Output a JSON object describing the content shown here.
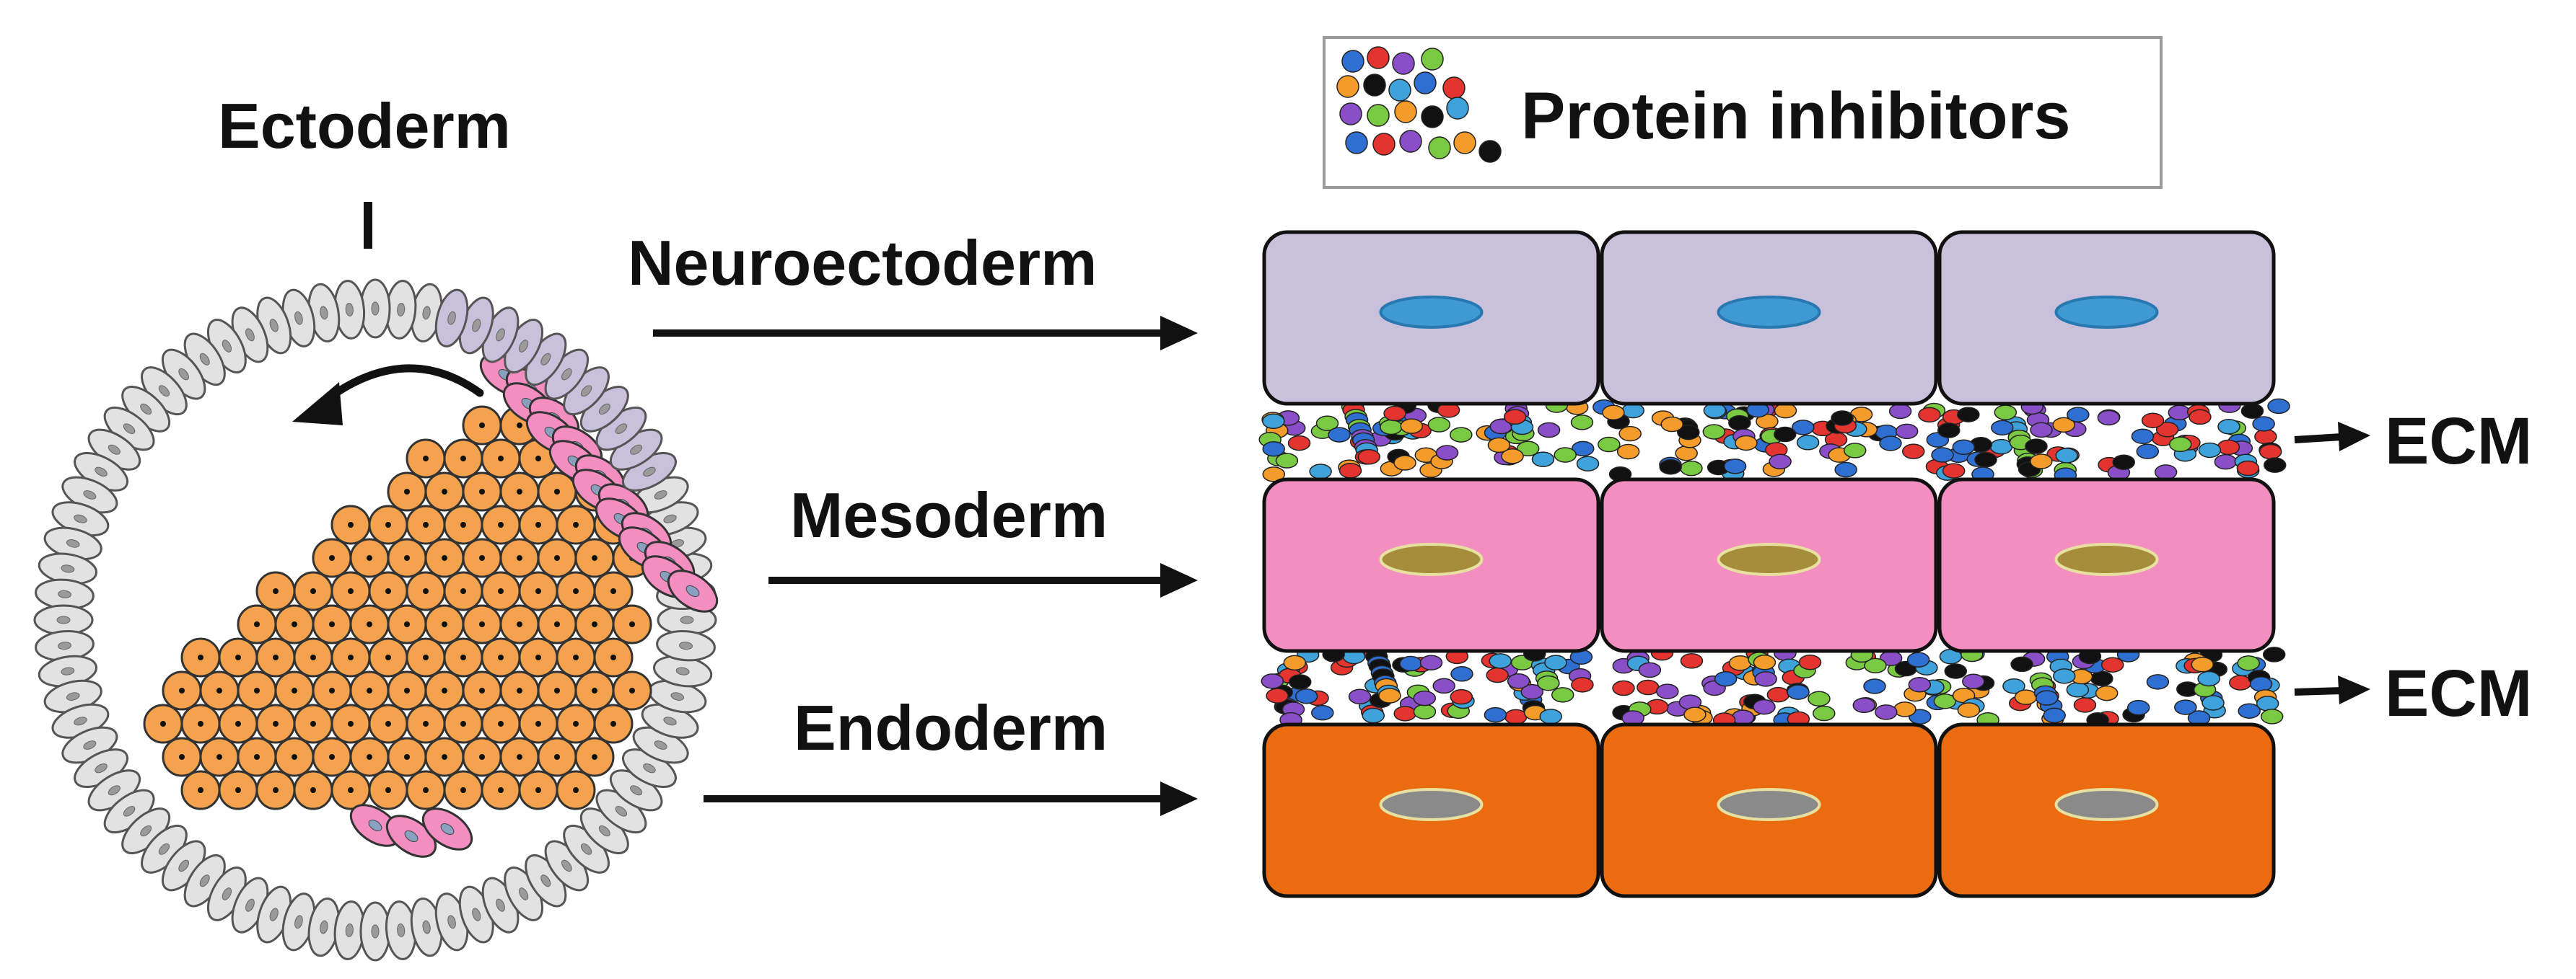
{
  "labels": {
    "ectoderm": "Ectoderm",
    "neuroectoderm": "Neuroectoderm",
    "mesoderm": "Mesoderm",
    "endoderm": "Endoderm",
    "ecm_top": "ECM",
    "ecm_bottom": "ECM",
    "legend": "Protein inhibitors"
  },
  "colors": {
    "ectoderm_cell": "#e2e2e2",
    "neuroectoderm_cell": "#c9c1dc",
    "mesoderm_cell": "#f28ec0",
    "endoderm_cell": "#ea6b10",
    "endoderm_embryo_cell": "#f4a24d",
    "neuro_nucleus": "#3f9ad3",
    "meso_nucleus": "#a58d3c",
    "endo_nucleus": "#8a8a8a",
    "protein_colors": [
      "#2f6fd1",
      "#e3342f",
      "#8a4fc8",
      "#7ac943",
      "#f39c2b",
      "#111111",
      "#3fa2db"
    ]
  },
  "layers": [
    {
      "name": "Neuroectoderm",
      "cell_count": 3
    },
    {
      "name": "Mesoderm",
      "cell_count": 3
    },
    {
      "name": "Endoderm",
      "cell_count": 3
    }
  ]
}
